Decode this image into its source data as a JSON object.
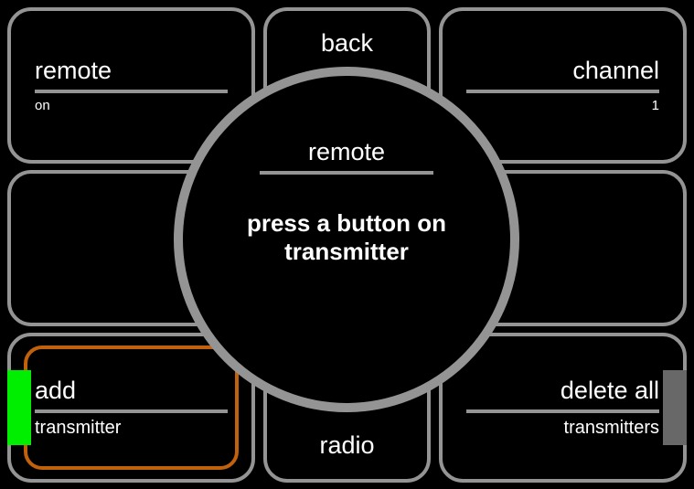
{
  "screen": {
    "background_color": "#000000",
    "border_color": "#949494",
    "text_color": "#ffffff",
    "accent_selected_color": "#c1610b",
    "status_on_color": "#00ee00",
    "status_off_color": "#686868"
  },
  "tiles": {
    "remote": {
      "title": "remote",
      "value": "on"
    },
    "back": {
      "label": "back"
    },
    "channel": {
      "title": "channel",
      "value": "1"
    },
    "add": {
      "title": "add",
      "value": "transmitter",
      "status_indicator": "on"
    },
    "radio": {
      "label": "radio"
    },
    "delete_all": {
      "title": "delete all",
      "value": "transmitters",
      "status_indicator": "off"
    }
  },
  "dial": {
    "title": "remote",
    "message": "press a button on transmitter"
  }
}
